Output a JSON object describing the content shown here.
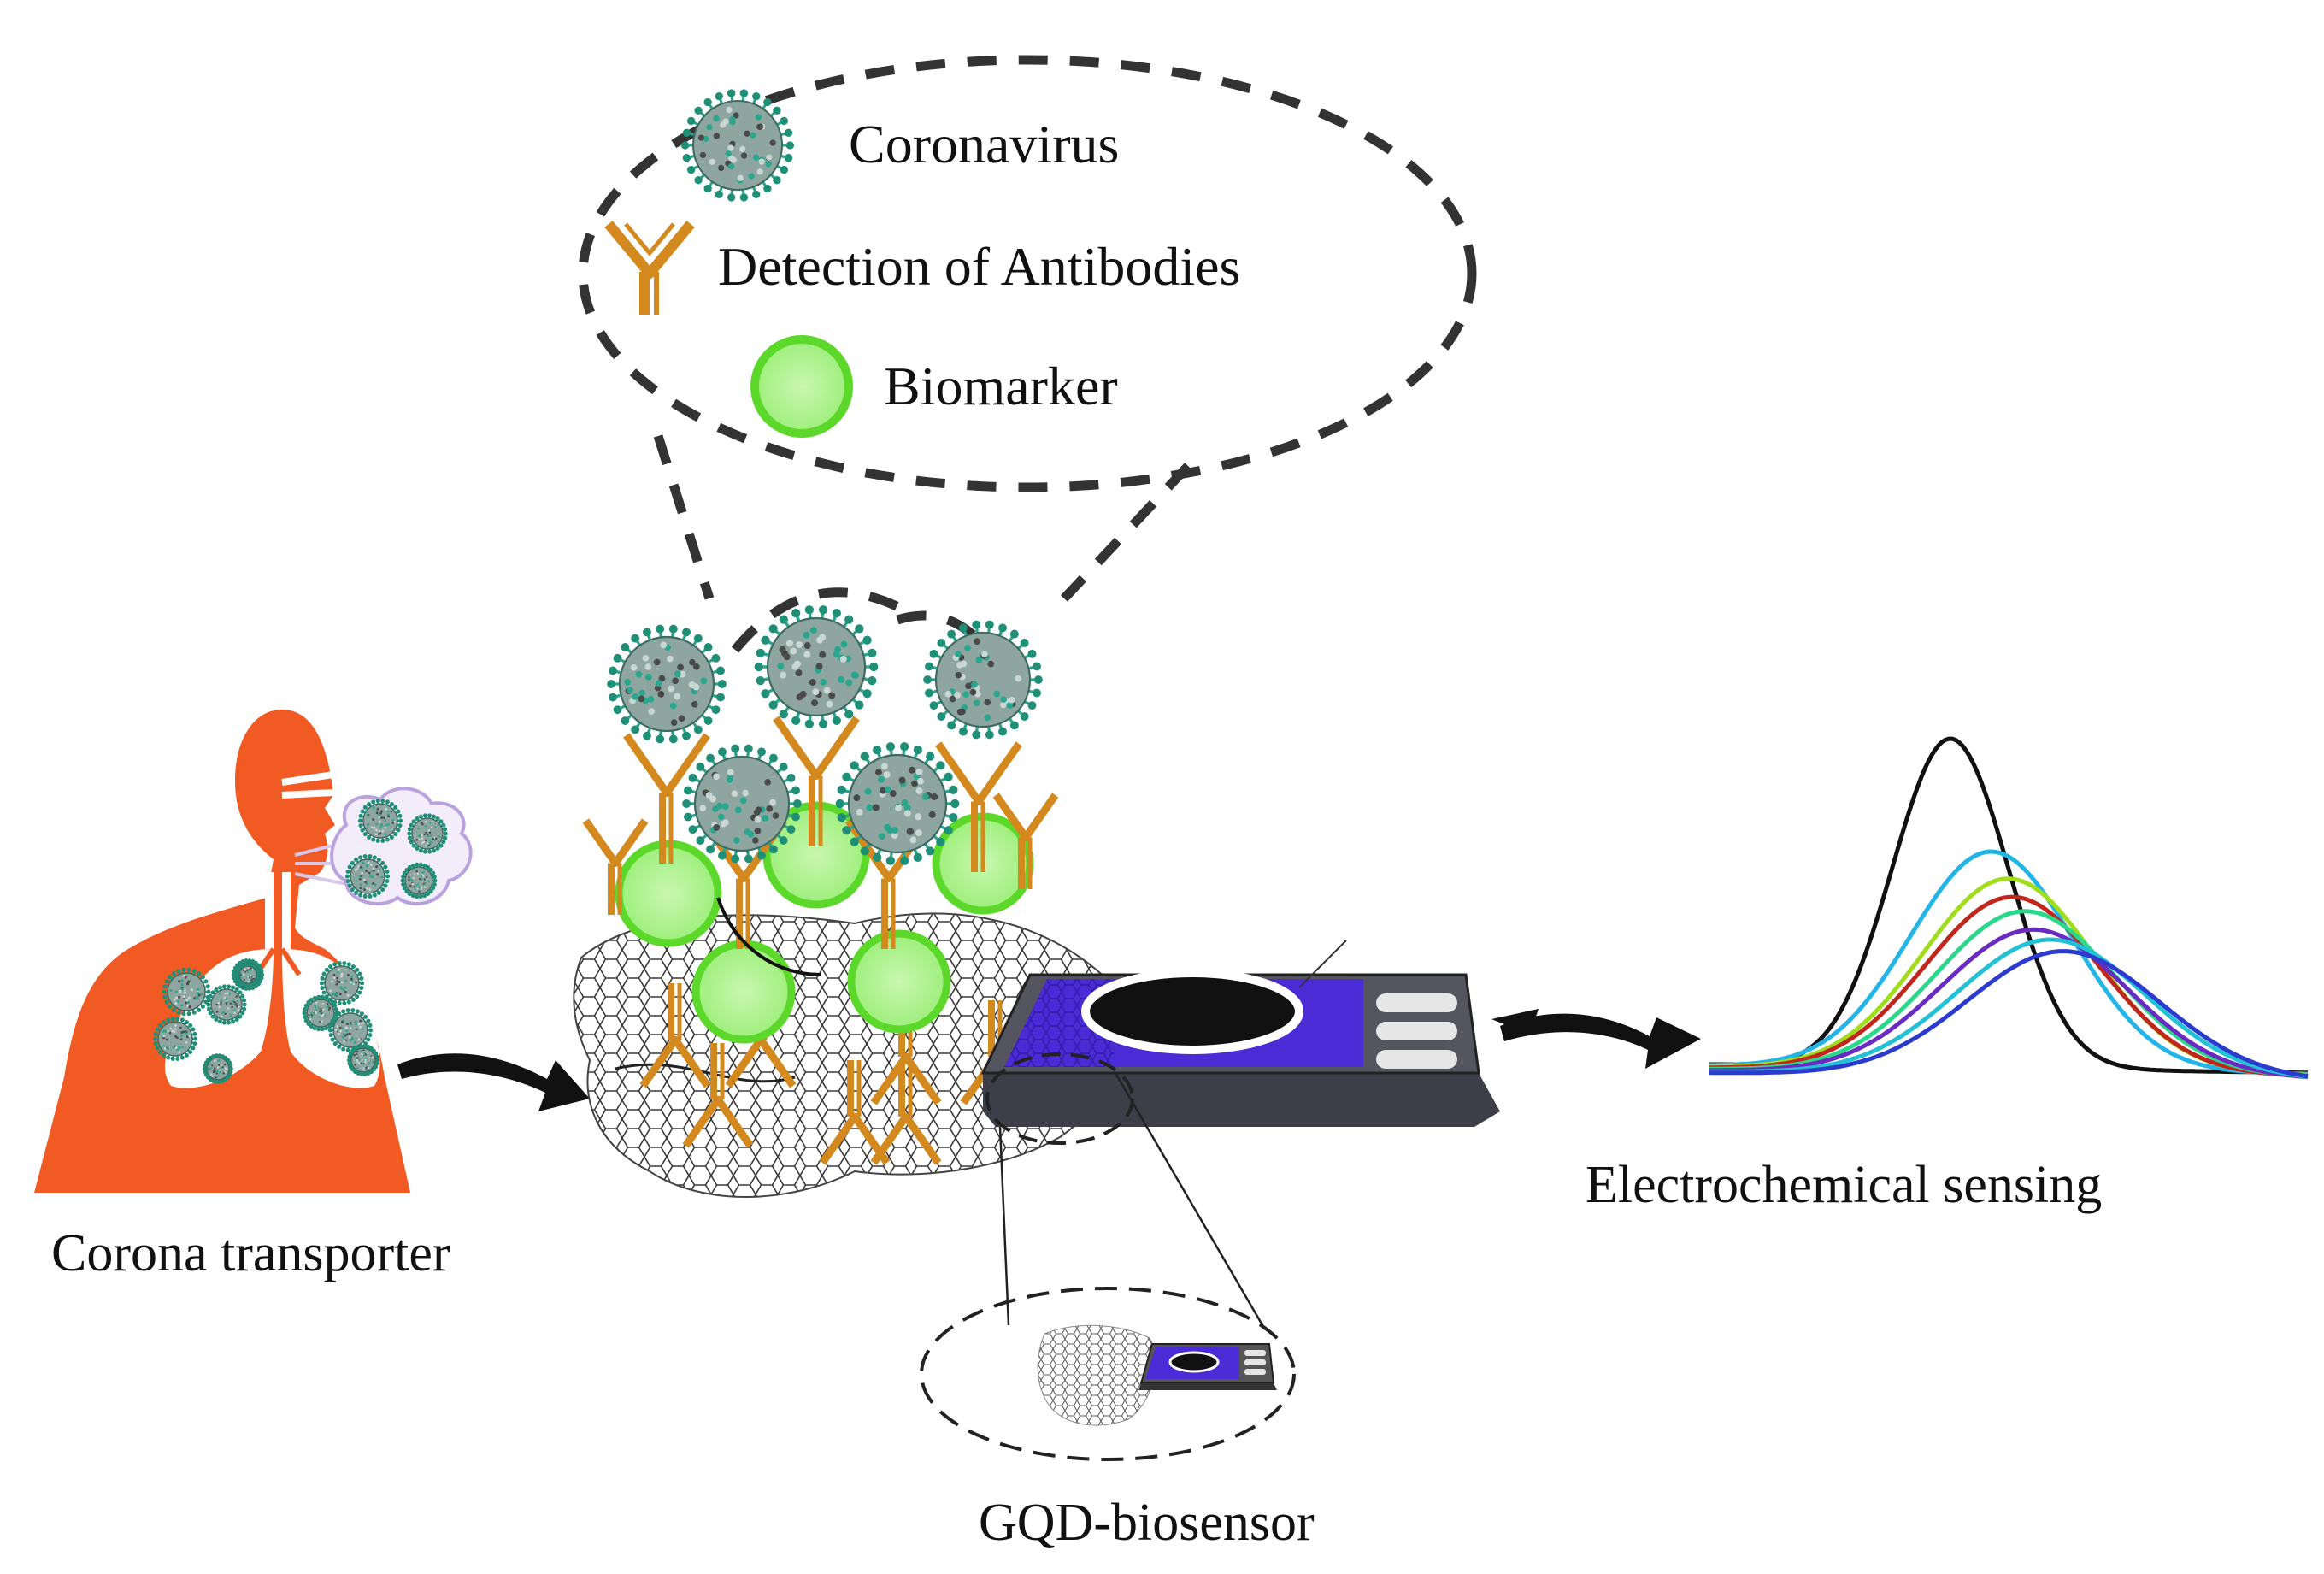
{
  "legend": {
    "coronavirus": "Coronavirus",
    "antibodies": "Detection of Antibodies",
    "biomarker": "Biomarker"
  },
  "captions": {
    "transporter": "Corona transporter",
    "sensing": "Electrochemical sensing",
    "biosensor": "GQD-biosensor"
  },
  "colors": {
    "body": "#f15a22",
    "antibody": "#d4891e",
    "biomarker_fill": "#b7f59a",
    "biomarker_ring": "#5bd82a",
    "virus": "#2aa68e",
    "electrode": "#4b2bd6",
    "graphene": "#333333",
    "curves": [
      "#111111",
      "#22b5e8",
      "#a0dd1b",
      "#c0261b",
      "#2ad88b",
      "#6a2bc4",
      "#22c1d6",
      "#2b3bd0"
    ]
  },
  "icons": [
    "virus-icon",
    "antibody-icon",
    "biomarker-icon",
    "arrow-icon",
    "human-lungs-icon",
    "electrode-icon",
    "graphene-sheet-icon"
  ]
}
